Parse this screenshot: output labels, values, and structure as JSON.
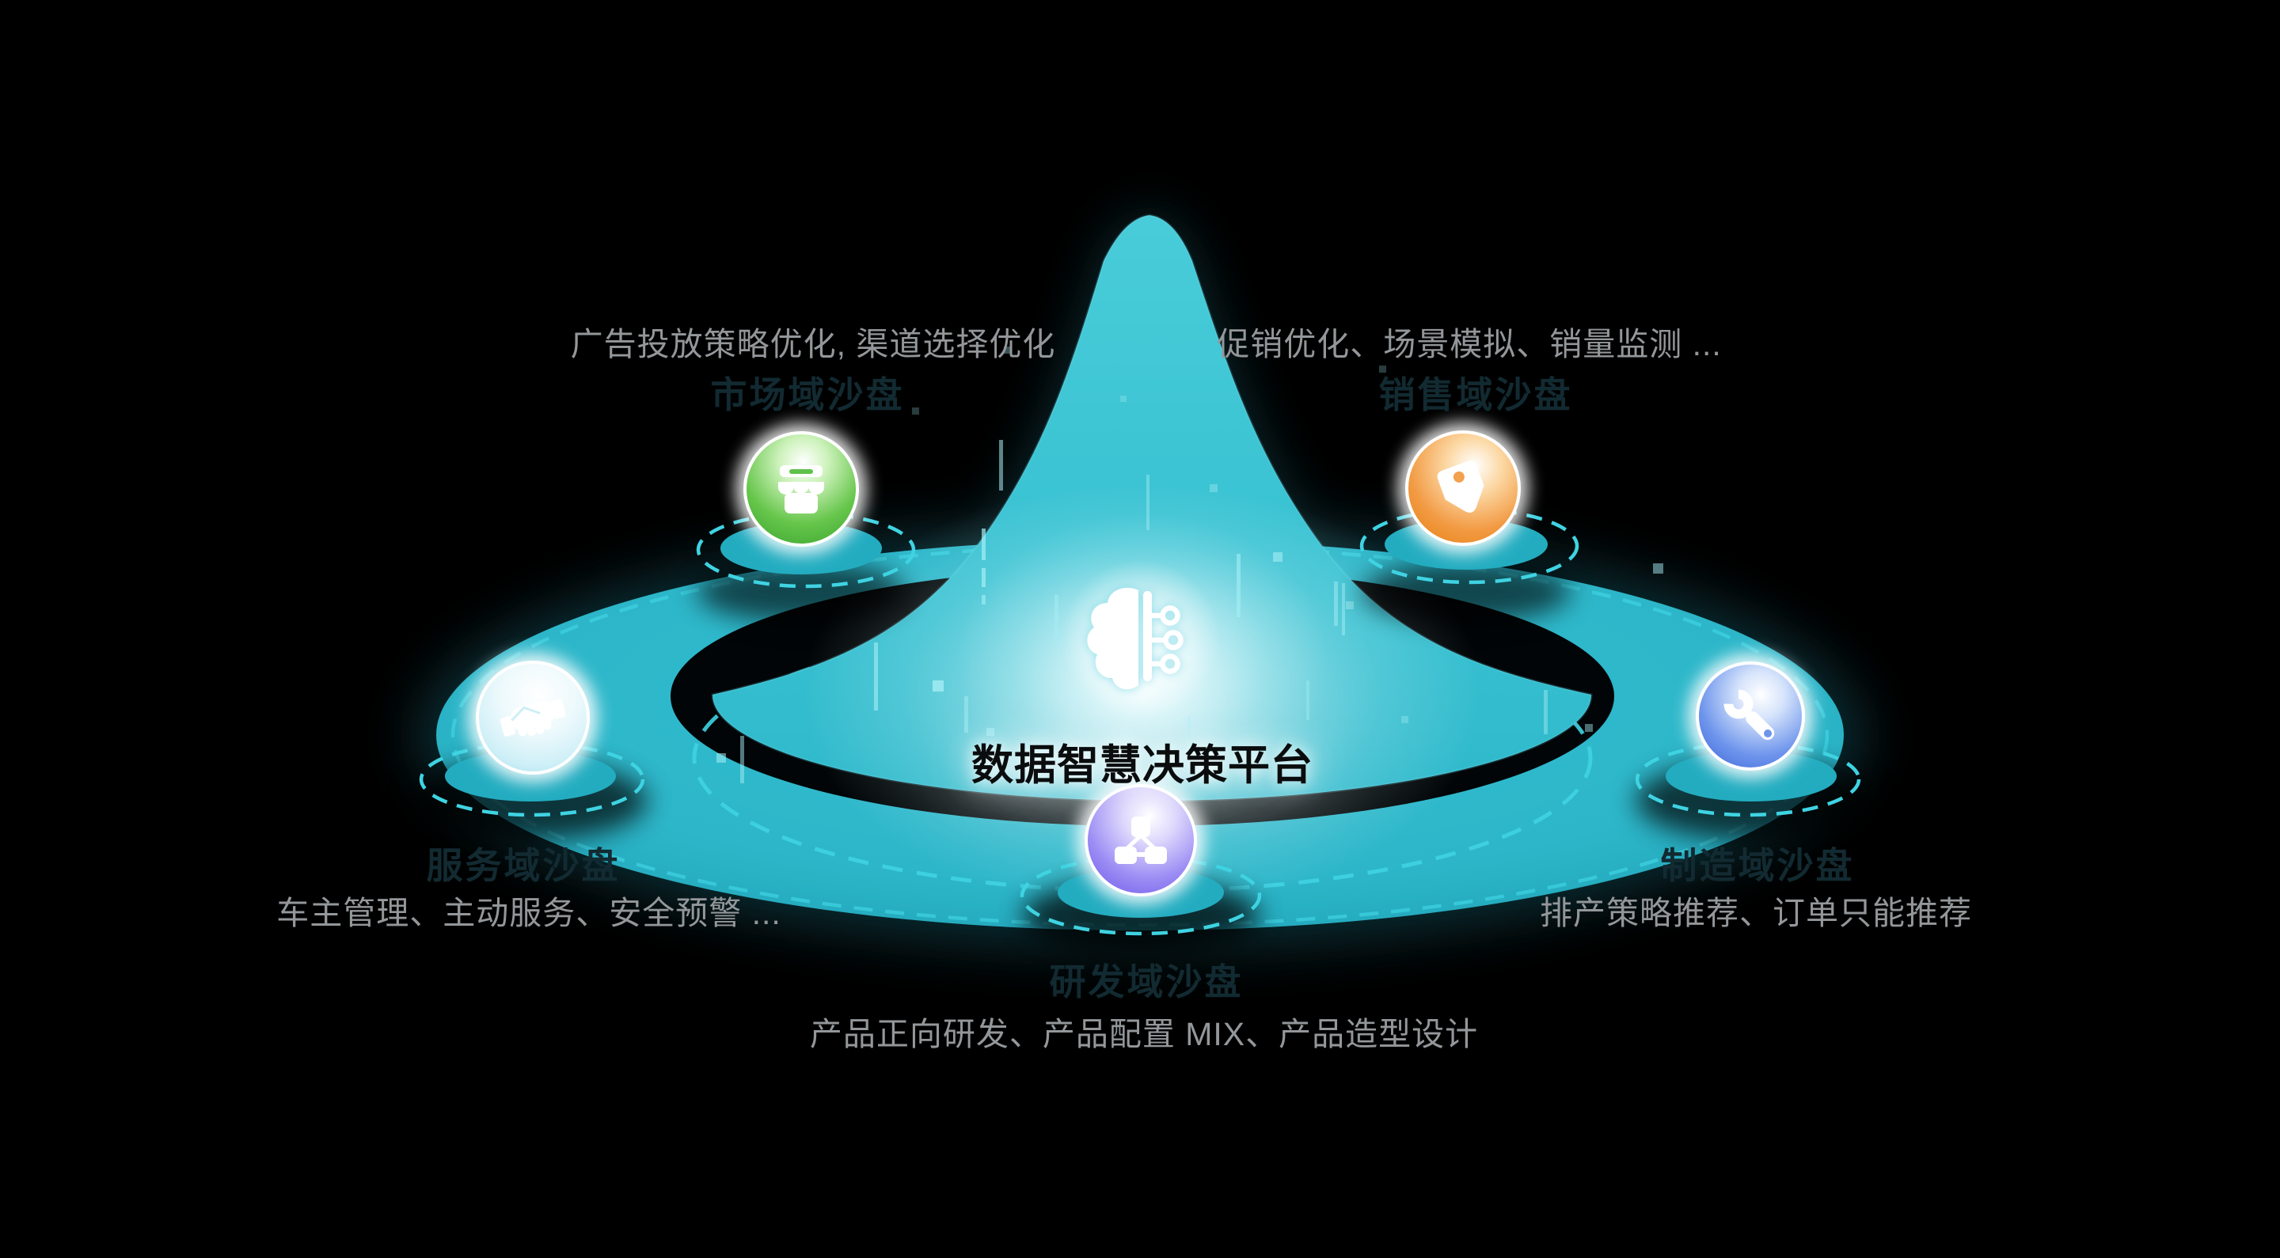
{
  "background": "#000000",
  "center": {
    "title": "数据智慧决策平台",
    "icon": "brain-circuit-icon"
  },
  "platform": {
    "teal": "#2fbac9",
    "dash_color": "#3fd3e2"
  },
  "nodes": [
    {
      "id": "market",
      "domain_label": "市场域沙盘",
      "description": "广告投放策略优化, 渠道选择优化",
      "icon": "storefront-icon",
      "accent": "#5fc24a"
    },
    {
      "id": "sales",
      "domain_label": "销售域沙盘",
      "description": "促销优化、场景模拟、销量监测 ...",
      "icon": "price-tag-icon",
      "accent": "#f0953f"
    },
    {
      "id": "service",
      "domain_label": "服务域沙盘",
      "description": "车主管理、主动服务、安全预警 ...",
      "icon": "handshake-icon",
      "accent": "#bfe9f2"
    },
    {
      "id": "manufacturing",
      "domain_label": "制造域沙盘",
      "description": "排产策略推荐、订单只能推荐",
      "icon": "wrench-icon",
      "accent": "#5b84e8"
    },
    {
      "id": "rnd",
      "domain_label": "研发域沙盘",
      "description": "产品正向研发、产品配置 MIX、产品造型设计",
      "icon": "org-chart-icon",
      "accent": "#9486f2"
    }
  ]
}
